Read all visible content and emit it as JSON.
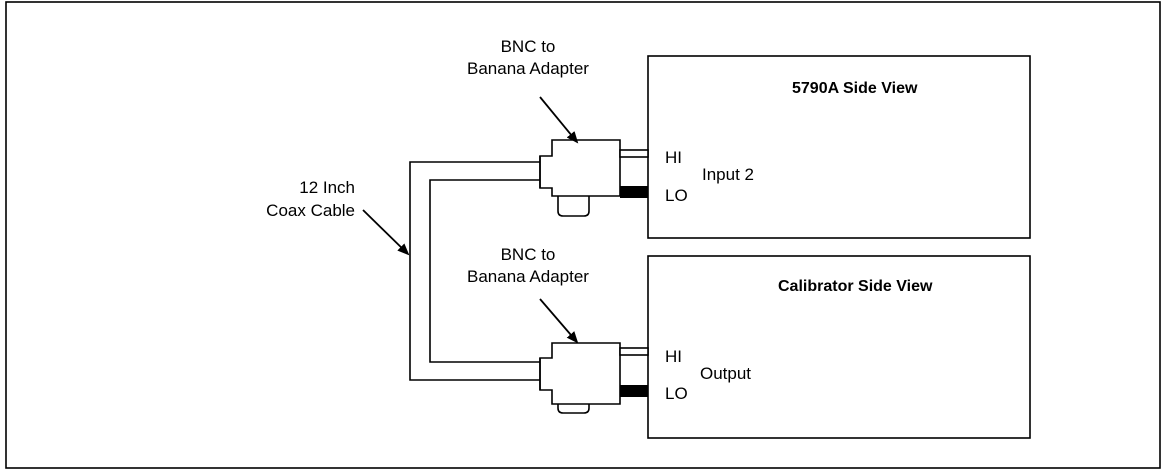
{
  "instrument_top": {
    "title": "5790A Side View",
    "hi_label": "HI",
    "lo_label": "LO",
    "port_label": "Input 2"
  },
  "instrument_bottom": {
    "title": "Calibrator Side View",
    "hi_label": "HI",
    "lo_label": "LO",
    "port_label": "Output"
  },
  "adapter_top": {
    "line1": "BNC to",
    "line2": "Banana Adapter"
  },
  "adapter_bottom": {
    "line1": "BNC to",
    "line2": "Banana Adapter"
  },
  "cable": {
    "line1": "12 Inch",
    "line2": "Coax Cable"
  }
}
